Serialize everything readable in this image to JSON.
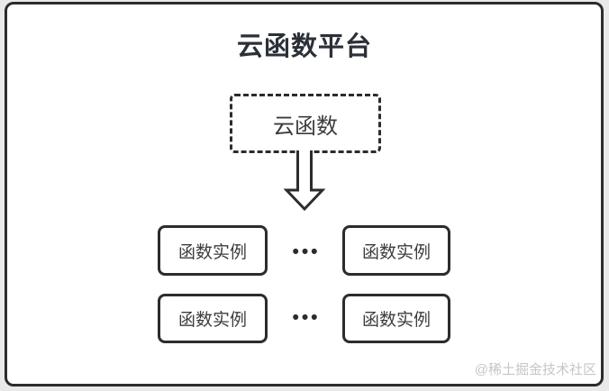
{
  "title": "云函数平台",
  "cloud_function": {
    "label": "云函数"
  },
  "arrow_icon": "hollow-down-arrow",
  "instances": {
    "rows": [
      {
        "left": "函数实例",
        "dots": "•••",
        "right": "函数实例"
      },
      {
        "left": "函数实例",
        "dots": "•••",
        "right": "函数实例"
      }
    ]
  },
  "watermark": "@稀土掘金技术社区",
  "colors": {
    "background": "#e9e9e9",
    "stroke": "#2c2c2c",
    "title_text": "#2b3038",
    "node_text": "#3c3c3c",
    "watermark_text": "#c6c6c6"
  }
}
